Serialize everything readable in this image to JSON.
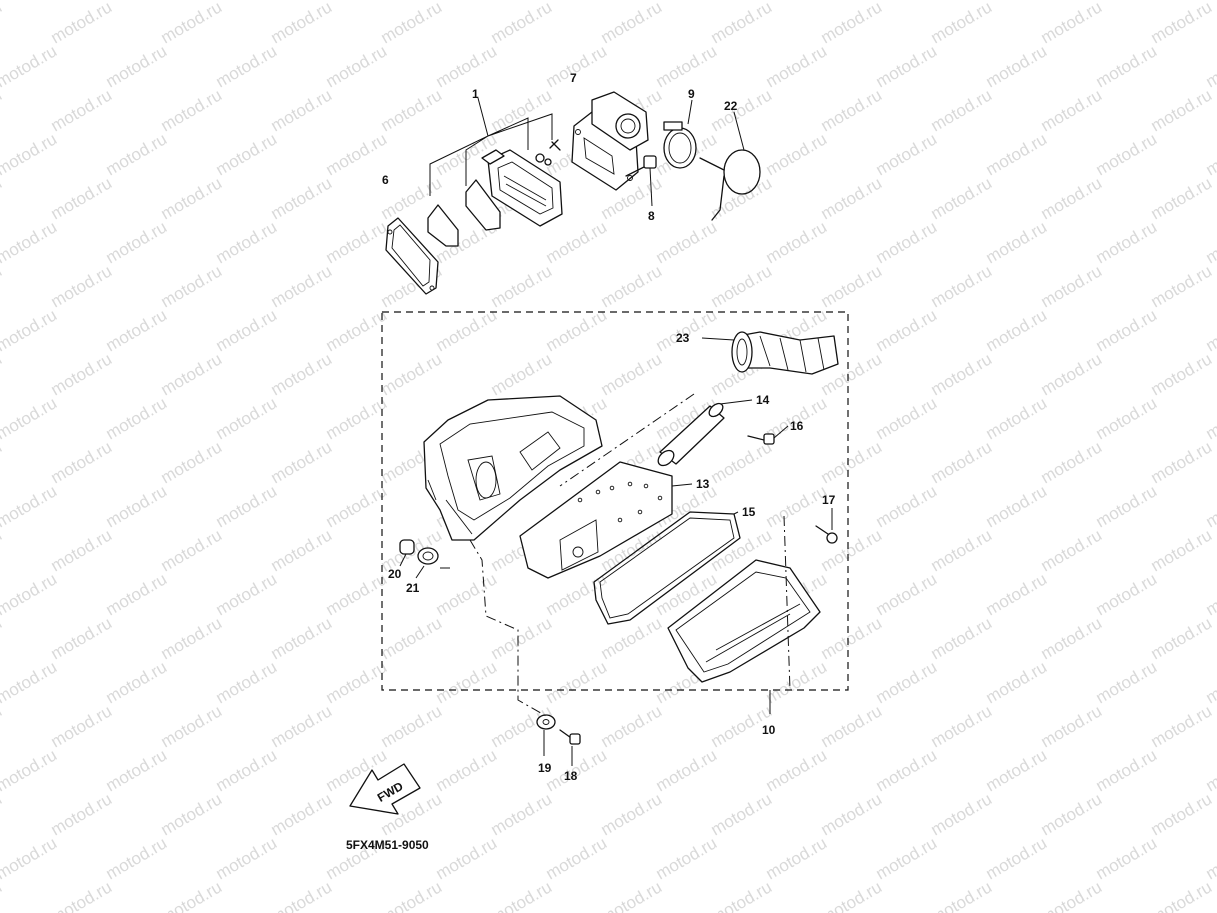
{
  "diagram": {
    "part_code": "5FX4M51-9050",
    "fwd_label": "FWD",
    "watermark": "motod.ru",
    "callouts": {
      "c1": "1",
      "c6": "6",
      "c7": "7",
      "c8": "8",
      "c9": "9",
      "c10": "10",
      "c13": "13",
      "c14": "14",
      "c15": "15",
      "c16": "16",
      "c17": "17",
      "c18": "18",
      "c19": "19",
      "c20": "20",
      "c21": "21",
      "c22": "22",
      "c23": "23"
    }
  }
}
